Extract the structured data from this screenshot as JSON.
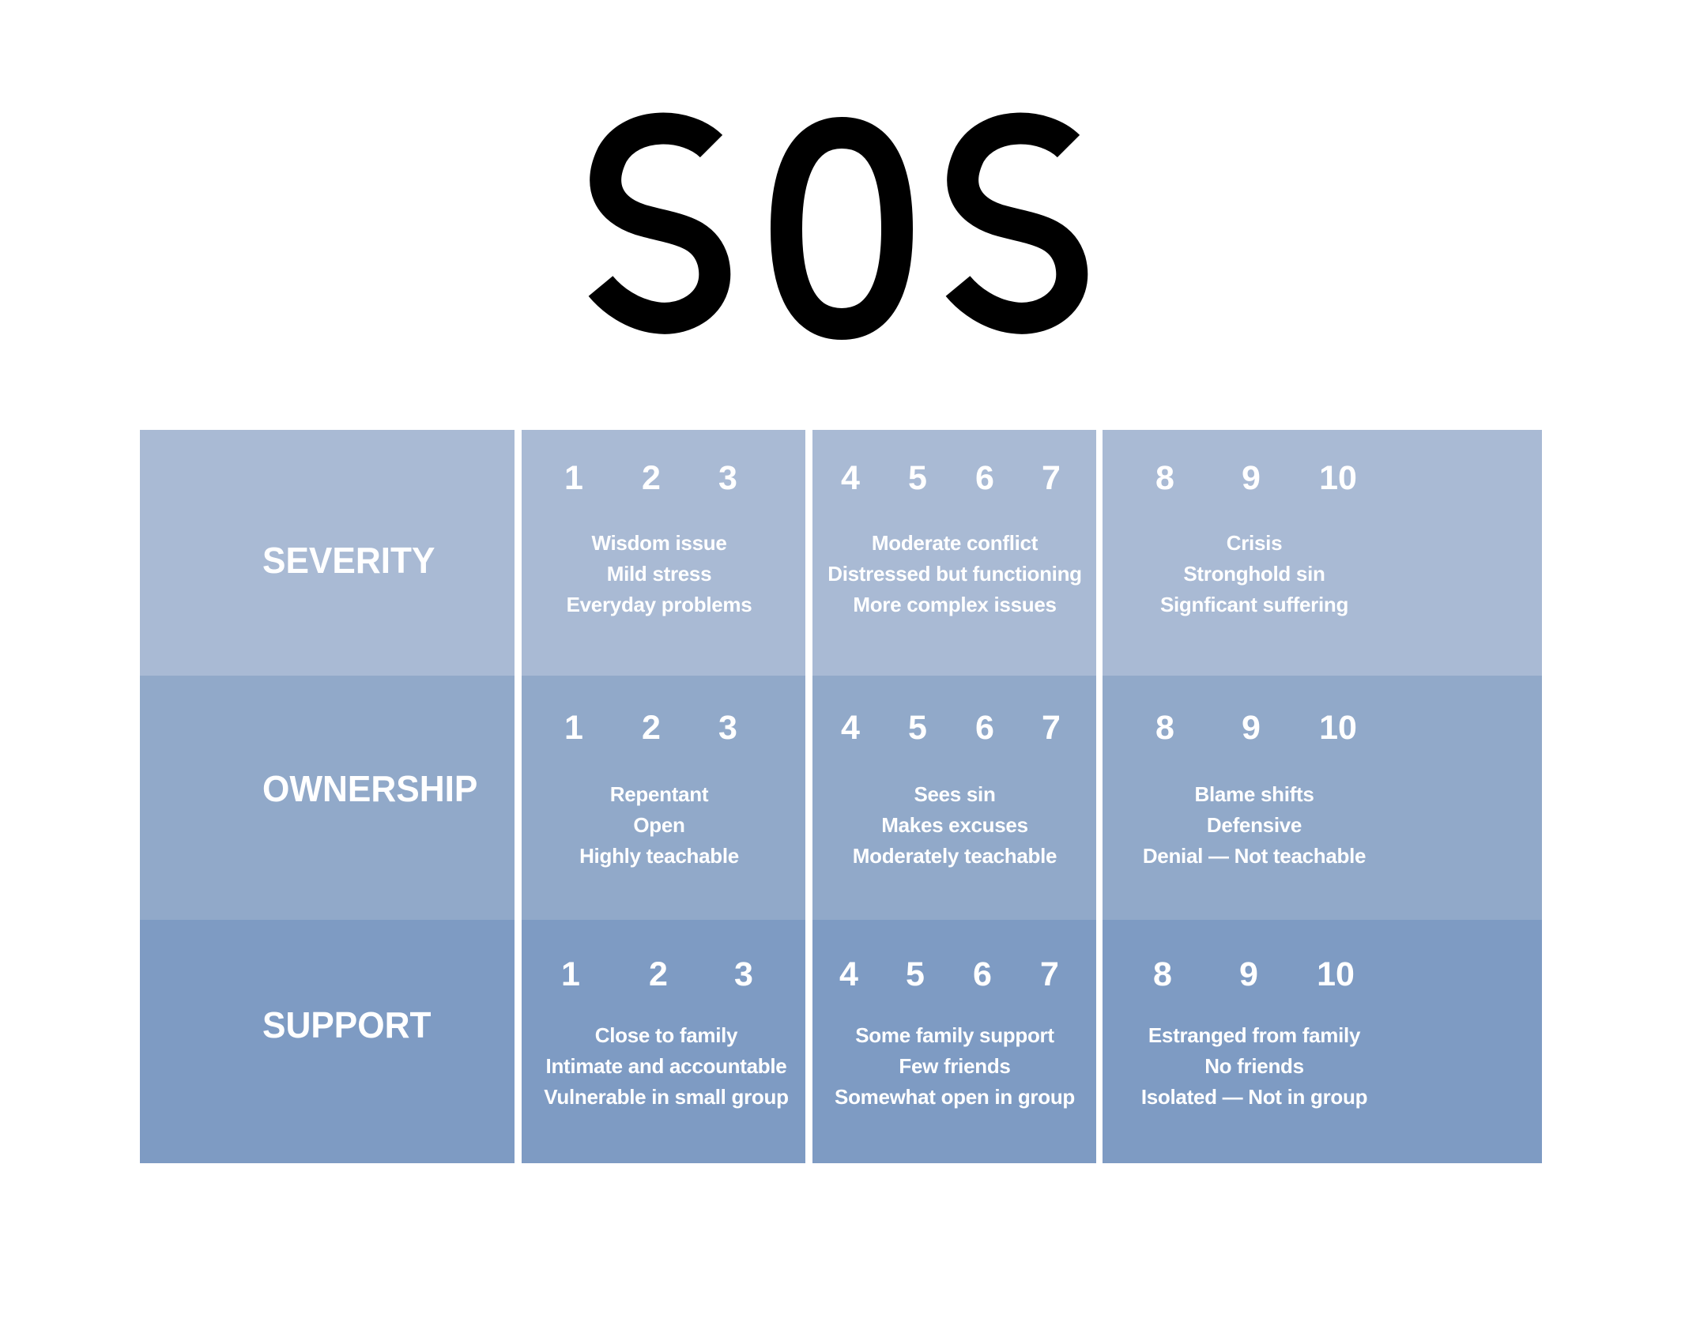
{
  "title": "SOS",
  "colors": {
    "background": "#FFFFFF",
    "row_severity": "#A9BAD4",
    "row_ownership": "#91A9C9",
    "row_support": "#7E9BC3",
    "text": "#FFFFFF",
    "title": "#000000"
  },
  "table": {
    "ranges": [
      {
        "numbers": [
          "1",
          "2",
          "3"
        ]
      },
      {
        "numbers": [
          "4",
          "5",
          "6",
          "7"
        ]
      },
      {
        "numbers": [
          "8",
          "9",
          "10"
        ]
      }
    ],
    "rows": [
      {
        "label": "SEVERITY",
        "cells": [
          {
            "numbers": [
              "1",
              "2",
              "3"
            ],
            "lines": [
              "Wisdom issue",
              "Mild stress",
              "Everyday problems"
            ]
          },
          {
            "numbers": [
              "4",
              "5",
              "6",
              "7"
            ],
            "lines": [
              "Moderate conflict",
              "Distressed but functioning",
              "More complex issues"
            ]
          },
          {
            "numbers": [
              "8",
              "9",
              "10"
            ],
            "lines": [
              "Crisis",
              "Stronghold sin",
              "Signficant suffering"
            ]
          }
        ]
      },
      {
        "label": "OWNERSHIP",
        "cells": [
          {
            "numbers": [
              "1",
              "2",
              "3"
            ],
            "lines": [
              "Repentant",
              "Open",
              "Highly teachable"
            ]
          },
          {
            "numbers": [
              "4",
              "5",
              "6",
              "7"
            ],
            "lines": [
              "Sees sin",
              "Makes excuses",
              "Moderately teachable"
            ]
          },
          {
            "numbers": [
              "8",
              "9",
              "10"
            ],
            "lines": [
              "Blame shifts",
              "Defensive",
              "Denial — Not teachable"
            ]
          }
        ]
      },
      {
        "label": "SUPPORT",
        "cells": [
          {
            "numbers": [
              "1",
              "2",
              "3"
            ],
            "lines": [
              "Close to family",
              "Intimate and accountable",
              "Vulnerable in small group"
            ]
          },
          {
            "numbers": [
              "4",
              "5",
              "6",
              "7"
            ],
            "lines": [
              "Some family support",
              "Few friends",
              "Somewhat open in group"
            ]
          },
          {
            "numbers": [
              "8",
              "9",
              "10"
            ],
            "lines": [
              "Estranged from family",
              "No friends",
              "Isolated — Not in group"
            ]
          }
        ]
      }
    ]
  }
}
